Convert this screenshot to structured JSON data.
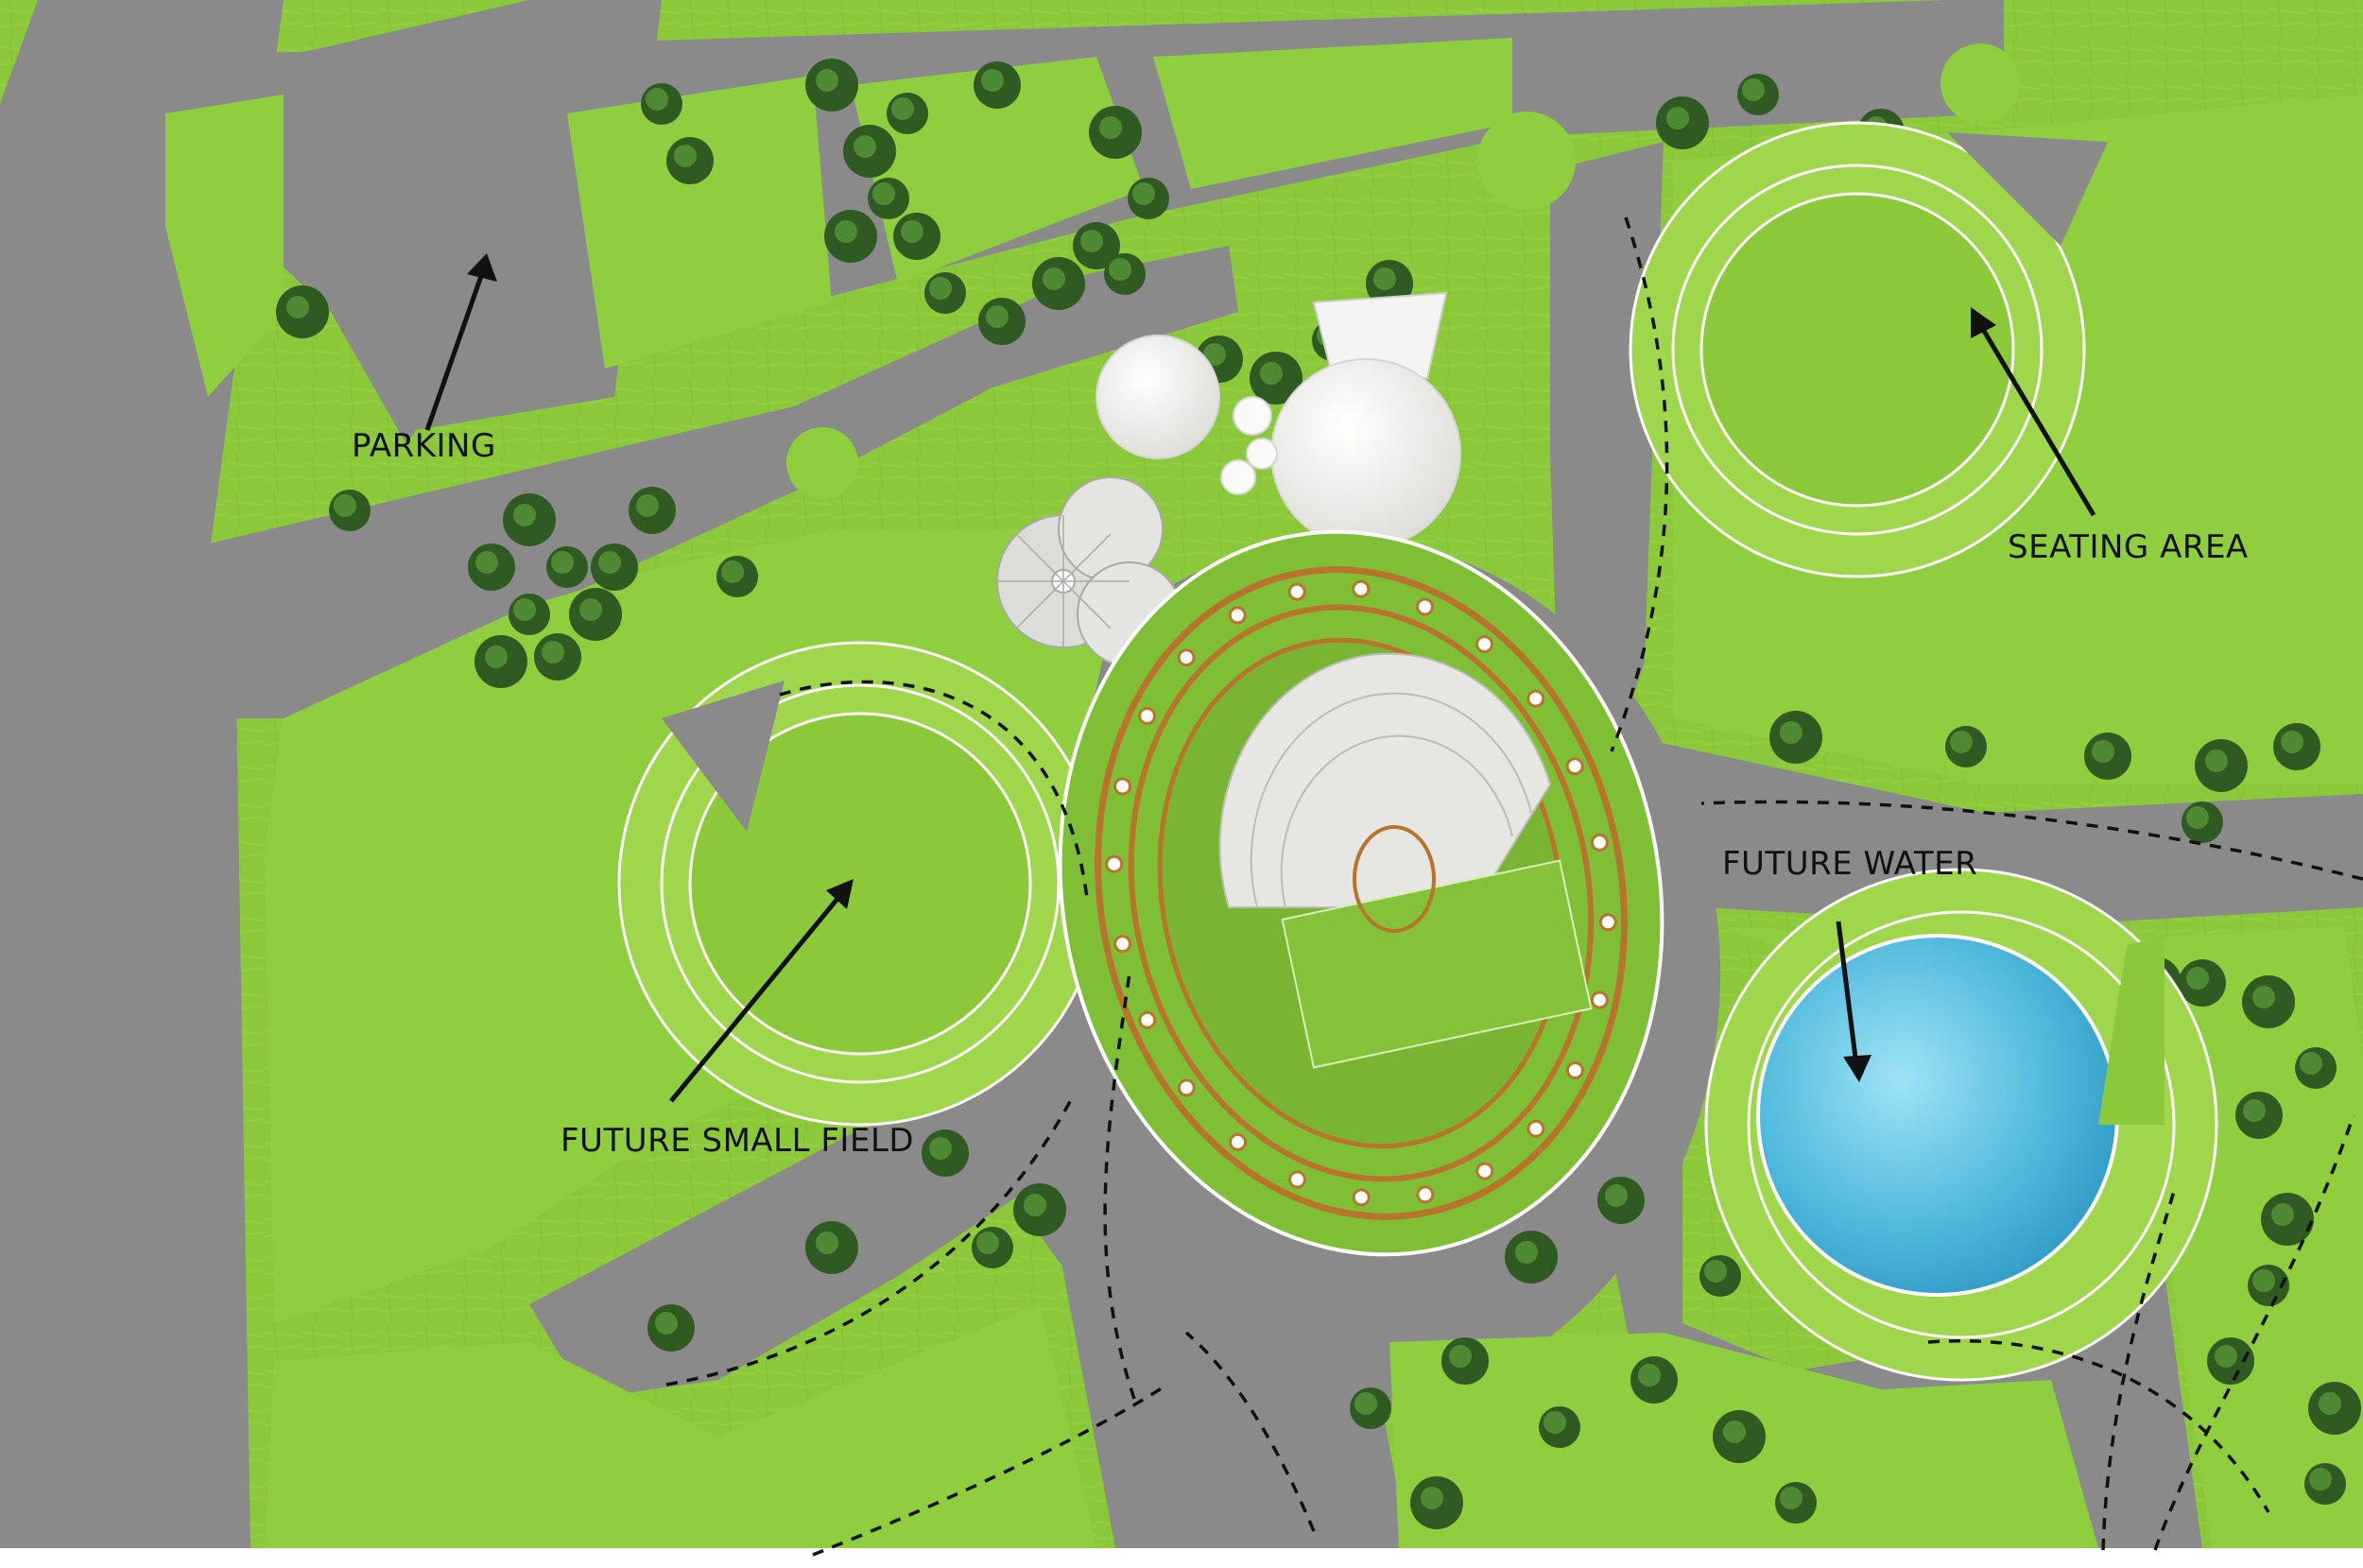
{
  "plan": {
    "title": "",
    "colors": {
      "grass": "#8bc83a",
      "grass_light": "#9fd64c",
      "road": "#8a8a8a",
      "water": "#5fbfe0",
      "tree": "#2f5b23",
      "stadium_frame": "#b8732c",
      "canopy": "#f4f4f2",
      "label": "#111111"
    },
    "labels": {
      "parking": "PARKING",
      "seating_area": "SEATING AREA",
      "future_water": "FUTURE WATER",
      "future_small_field": "FUTURE SMALL FIELD"
    }
  }
}
